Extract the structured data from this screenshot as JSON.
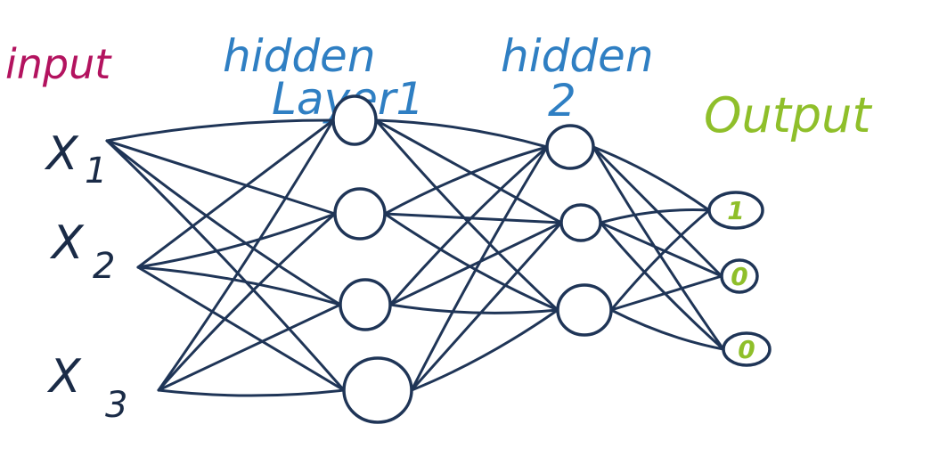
{
  "labels": {
    "input": "input",
    "hidden1_top": "hidden",
    "hidden1_bottom": "Layer1",
    "hidden2_top": "hidden",
    "hidden2_bottom": "2",
    "output": "Output"
  },
  "inputs": [
    {
      "name": "X",
      "sub": "1"
    },
    {
      "name": "X",
      "sub": "2"
    },
    {
      "name": "X",
      "sub": "3"
    }
  ],
  "outputs": [
    "1",
    "0",
    "0"
  ],
  "colors": {
    "input_label": "#b3135f",
    "hidden_label": "#2f7fc3",
    "output_label": "#8fbf2a",
    "network_ink": "#1f3557"
  },
  "layers": {
    "input_count": 3,
    "hidden1_count": 4,
    "hidden2_count": 3,
    "output_count": 3
  }
}
